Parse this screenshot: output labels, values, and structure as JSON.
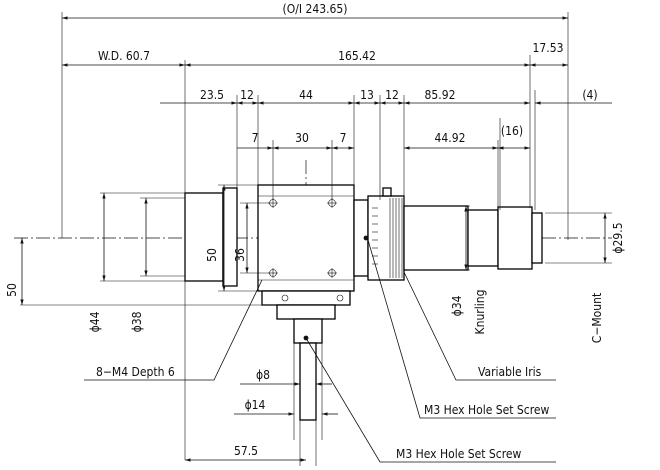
{
  "dimensions": {
    "overall": "(O/I 243.65)",
    "working_distance": "W.D. 60.7",
    "length": "165.42",
    "mount_length": "17.53",
    "front_section": "23.5",
    "gap_a": "12",
    "block_width": "44",
    "gap_b": "13",
    "gap_c": "12",
    "rear_length": "85.92",
    "flange": "(4)",
    "hole_offset_left": "7",
    "hole_pitch": "30",
    "hole_offset_right": "7",
    "barrel_length": "44.92",
    "barrel_step": "(16)",
    "block_height": "50",
    "hole_pitch_v": "36",
    "height_below_axis": "50",
    "front_dia_outer": "ϕ44",
    "front_dia_inner": "ϕ38",
    "knurl_dia": "ϕ34",
    "mount_dia": "ϕ29.5",
    "shaft_dia": "ϕ8",
    "shaft_collar_dia": "ϕ14",
    "shaft_offset": "57.5"
  },
  "labels": {
    "screw_holes": "8−M4 Depth 6",
    "knurling": "Knurling",
    "c_mount": "C−Mount",
    "variable_iris": "Variable Iris",
    "set_screw_1": "M3 Hex Hole Set Screw",
    "set_screw_2": "M3 Hex Hole Set Screw"
  }
}
